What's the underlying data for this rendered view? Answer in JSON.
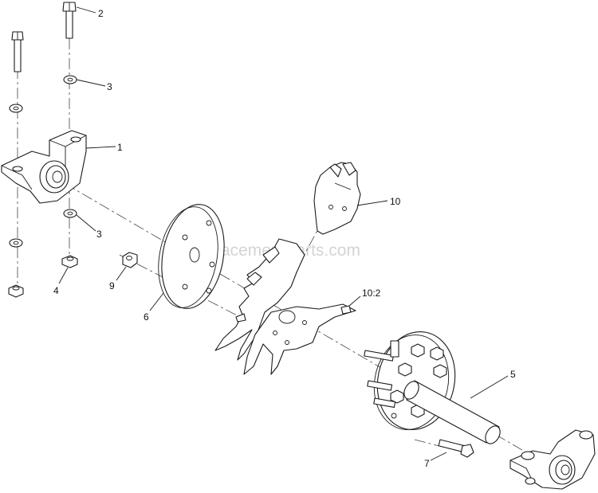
{
  "watermark": "eReplacementParts.com",
  "callouts": {
    "c1": "1",
    "c2": "2",
    "c3a": "3",
    "c3b": "3",
    "c4": "4",
    "c5": "5",
    "c6": "6",
    "c7": "7",
    "c9": "9",
    "c10": "10",
    "c10_2": "10:2"
  }
}
